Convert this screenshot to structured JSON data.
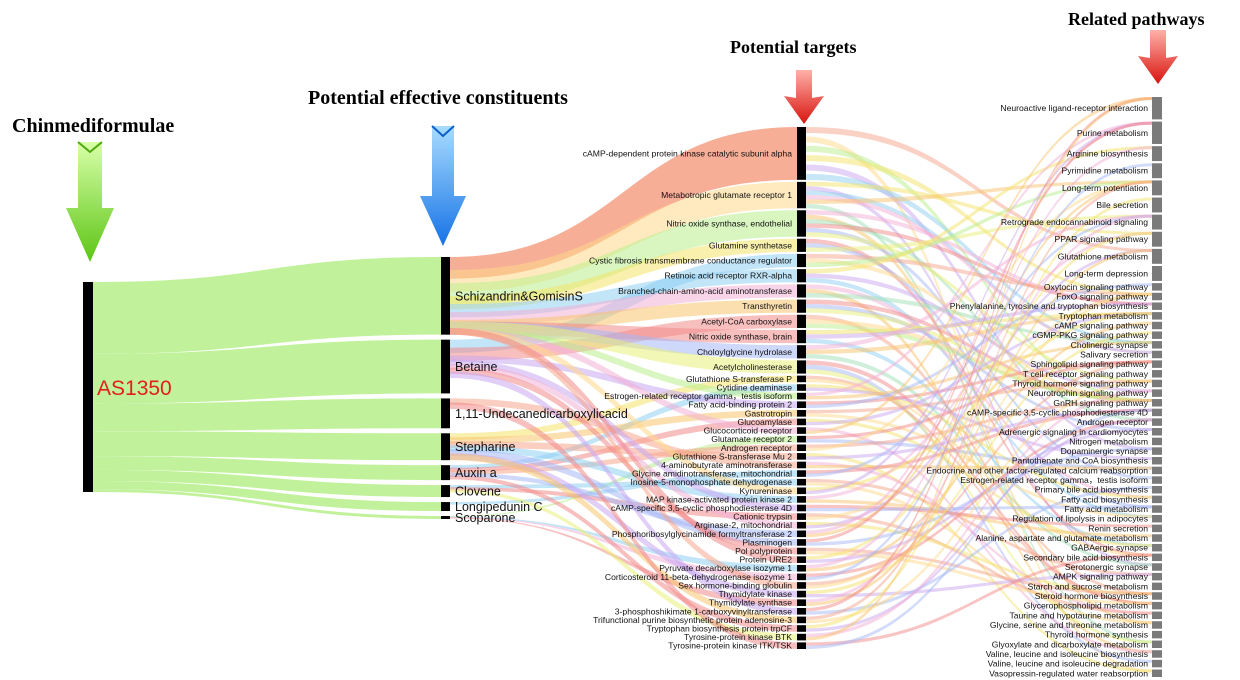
{
  "headers": {
    "formula": "Chinmediformulae",
    "constituents": "Potential effective constituents",
    "targets": "Potential targets",
    "pathways": "Related pathways"
  },
  "root": {
    "label": "AS1350"
  },
  "compounds": [
    {
      "label": "Schizandrin&GomisinS",
      "weight": 26
    },
    {
      "label": "Betaine",
      "weight": 18
    },
    {
      "label": "1,11-Undecanedicarboxylicacid",
      "weight": 10
    },
    {
      "label": "Stepharine",
      "weight": 9
    },
    {
      "label": "Auxin a",
      "weight": 5
    },
    {
      "label": "Clovene",
      "weight": 4
    },
    {
      "label": "Longipedunin C",
      "weight": 3
    },
    {
      "label": "Scoparone",
      "weight": 1
    }
  ],
  "targets": [
    {
      "label": "cAMP-dependent protein kinase catalytic subunit alpha",
      "weight": 8
    },
    {
      "label": "Metabotropic glutamate receptor 1",
      "weight": 4
    },
    {
      "label": "Nitric oxide synthase, endothelial",
      "weight": 4
    },
    {
      "label": "Glutamine synthetase",
      "weight": 2
    },
    {
      "label": "Cystic fibrosis transmembrane conductance regulator",
      "weight": 2
    },
    {
      "label": "Retinoic acid receptor RXR-alpha",
      "weight": 2
    },
    {
      "label": "Branched-chain-amino-acid aminotransferase",
      "weight": 2
    },
    {
      "label": "Transthyretin",
      "weight": 2
    },
    {
      "label": "Acetyl-CoA carboxylase",
      "weight": 2
    },
    {
      "label": "Nitric oxide synthase, brain",
      "weight": 2
    },
    {
      "label": "Choloylglycine hydrolase",
      "weight": 2
    },
    {
      "label": "Acetylcholinesterase",
      "weight": 2
    },
    {
      "label": "Glutathione S-transferase P",
      "weight": 1
    },
    {
      "label": "Cytidine deaminase",
      "weight": 1
    },
    {
      "label": "Estrogen-related receptor gamma，testis isoform",
      "weight": 1
    },
    {
      "label": "Fatty acid-binding protein 2",
      "weight": 1
    },
    {
      "label": "Gastrotropin",
      "weight": 1
    },
    {
      "label": "Glucoamylase",
      "weight": 1
    },
    {
      "label": "Glucocorticoid receptor",
      "weight": 1
    },
    {
      "label": "Glutamate receptor 2",
      "weight": 1
    },
    {
      "label": "Androgen receptor",
      "weight": 1
    },
    {
      "label": "Glutathione S-transferase Mu 2",
      "weight": 1
    },
    {
      "label": "4-aminobutyrate aminotransferase",
      "weight": 1
    },
    {
      "label": "Glycine amidinotransferase, mitochondrial",
      "weight": 1
    },
    {
      "label": "Inosine-5-monophosphate dehydrogenase",
      "weight": 1
    },
    {
      "label": "Kynureninase",
      "weight": 1
    },
    {
      "label": "MAP kinase-activated protein kinase 2",
      "weight": 1
    },
    {
      "label": "cAMP-specific 3,5-cyclic phosphodiesterase 4D",
      "weight": 1
    },
    {
      "label": "Cationic trypsin",
      "weight": 1
    },
    {
      "label": "Arginase-2, mitochondrial",
      "weight": 1
    },
    {
      "label": "Phosphoribosylglycinamide formyltransferase 2",
      "weight": 1
    },
    {
      "label": "Plasminogen",
      "weight": 1
    },
    {
      "label": "Pol polyprotein",
      "weight": 1
    },
    {
      "label": "Protein URE2",
      "weight": 1
    },
    {
      "label": "Pyruvate decarboxylase isozyme 1",
      "weight": 1
    },
    {
      "label": "Corticosteroid 11-beta-dehydrogenase isozyme 1",
      "weight": 1
    },
    {
      "label": "Sex hormone-binding globulin",
      "weight": 1
    },
    {
      "label": "Thymidylate kinase",
      "weight": 1
    },
    {
      "label": "Thymidylate synthase",
      "weight": 1
    },
    {
      "label": "3-phosphoshikimate 1-carboxyvinyltransferase",
      "weight": 1
    },
    {
      "label": "Trifunctional purine biosynthetic protein adenosine-3",
      "weight": 1
    },
    {
      "label": "Tryptophan biosynthesis protein trpCF",
      "weight": 1
    },
    {
      "label": "Tyrosine-protein kinase BTK",
      "weight": 1
    },
    {
      "label": "Tyrosine-protein kinase ITK/TSK",
      "weight": 1
    }
  ],
  "pathways": [
    {
      "label": "Neuroactive ligand-receptor interaction",
      "weight": 3
    },
    {
      "label": "Purine metabolism",
      "weight": 3
    },
    {
      "label": "Arginine biosynthesis",
      "weight": 2
    },
    {
      "label": "Pyrimidine metabolism",
      "weight": 2
    },
    {
      "label": "Long-term potentiation",
      "weight": 2
    },
    {
      "label": "Bile secretion",
      "weight": 2
    },
    {
      "label": "Retrograde endocannabinoid signaling",
      "weight": 2
    },
    {
      "label": "PPAR signaling pathway",
      "weight": 2
    },
    {
      "label": "Glutathione metabolism",
      "weight": 2
    },
    {
      "label": "Long-term depression",
      "weight": 2
    },
    {
      "label": "Oxytocin signaling pathway",
      "weight": 1
    },
    {
      "label": "FoxO signaling pathway",
      "weight": 1
    },
    {
      "label": "Phenylalanine, tyrosine and tryptophan biosynthesis",
      "weight": 1
    },
    {
      "label": "Tryptophan metabolism",
      "weight": 1
    },
    {
      "label": "cAMP signaling pathway",
      "weight": 1
    },
    {
      "label": "cGMP-PKG signaling pathway",
      "weight": 1
    },
    {
      "label": "Cholinergic synapse",
      "weight": 1
    },
    {
      "label": "Salivary secretion",
      "weight": 1
    },
    {
      "label": "Sphingolipid signaling pathway",
      "weight": 1
    },
    {
      "label": "T cell receptor signaling pathway",
      "weight": 1
    },
    {
      "label": "Thyroid hormone signaling pathway",
      "weight": 1
    },
    {
      "label": "Neurotrophin signaling pathway",
      "weight": 1
    },
    {
      "label": "GnRH signaling pathway",
      "weight": 1
    },
    {
      "label": "cAMP-specific 3,5-cyclic phosphodiesterase 4D",
      "weight": 1
    },
    {
      "label": "Androgen receptor",
      "weight": 1
    },
    {
      "label": "Adrenergic signaling in cardiomyocytes",
      "weight": 1
    },
    {
      "label": "Nitrogen metabolism",
      "weight": 1
    },
    {
      "label": "Dopaminergic synapse",
      "weight": 1
    },
    {
      "label": "Pantothenate and CoA biosynthesis",
      "weight": 1
    },
    {
      "label": "Endocrine and other factor-regulated calcium reabsorption",
      "weight": 1
    },
    {
      "label": "Estrogen-related receptor gamma，testis isoform",
      "weight": 1
    },
    {
      "label": "Primary bile acid biosynthesis",
      "weight": 1
    },
    {
      "label": "Fatty acid biosynthesis",
      "weight": 1
    },
    {
      "label": "Fatty acid metabolism",
      "weight": 1
    },
    {
      "label": "Regulation of lipolysis in adipocytes",
      "weight": 1
    },
    {
      "label": "Renin secretion",
      "weight": 1
    },
    {
      "label": "Alanine, aspartate and glutamate metabolism",
      "weight": 1
    },
    {
      "label": "GABAergic synapse",
      "weight": 1
    },
    {
      "label": "Secondary bile acid biosynthesis",
      "weight": 1
    },
    {
      "label": "Serotonergic synapse",
      "weight": 1
    },
    {
      "label": "AMPK signaling pathway",
      "weight": 1
    },
    {
      "label": "Starch and sucrose metabolism",
      "weight": 1
    },
    {
      "label": "Steroid hormone biosynthesis",
      "weight": 1
    },
    {
      "label": "Glycerophospholipid metabolism",
      "weight": 1
    },
    {
      "label": "Taurine and hypotaurine metabolism",
      "weight": 1
    },
    {
      "label": "Glycine, serine and threonine metabolism",
      "weight": 1
    },
    {
      "label": "Thyroid hormone synthesis",
      "weight": 1
    },
    {
      "label": "Glyoxylate and dicarboxylate metabolism",
      "weight": 1
    },
    {
      "label": "Valine, leucine and isoleucine biosynthesis",
      "weight": 1
    },
    {
      "label": "Valine, leucine and isoleucine degradation",
      "weight": 1
    },
    {
      "label": "Vasopressin-regulated water reabsorption",
      "weight": 1
    }
  ],
  "colors": {
    "root_flow": "#b6f08a",
    "node_bar": "#000000",
    "pathway_bar": "#7a7a7a",
    "root_label": "#e0201c",
    "arrow_green": "#7ed321",
    "arrow_blue": "#1e90ff",
    "arrow_red": "#e8231c",
    "link_palette": [
      "#f6a58c",
      "#ffd98a",
      "#b9ee8c",
      "#f4e36a",
      "#c9a8f0",
      "#8fd0f2",
      "#f3b0d6",
      "#f7c46c",
      "#9fe0b5",
      "#f28a8a",
      "#a6b8f5",
      "#e9f07a"
    ]
  }
}
